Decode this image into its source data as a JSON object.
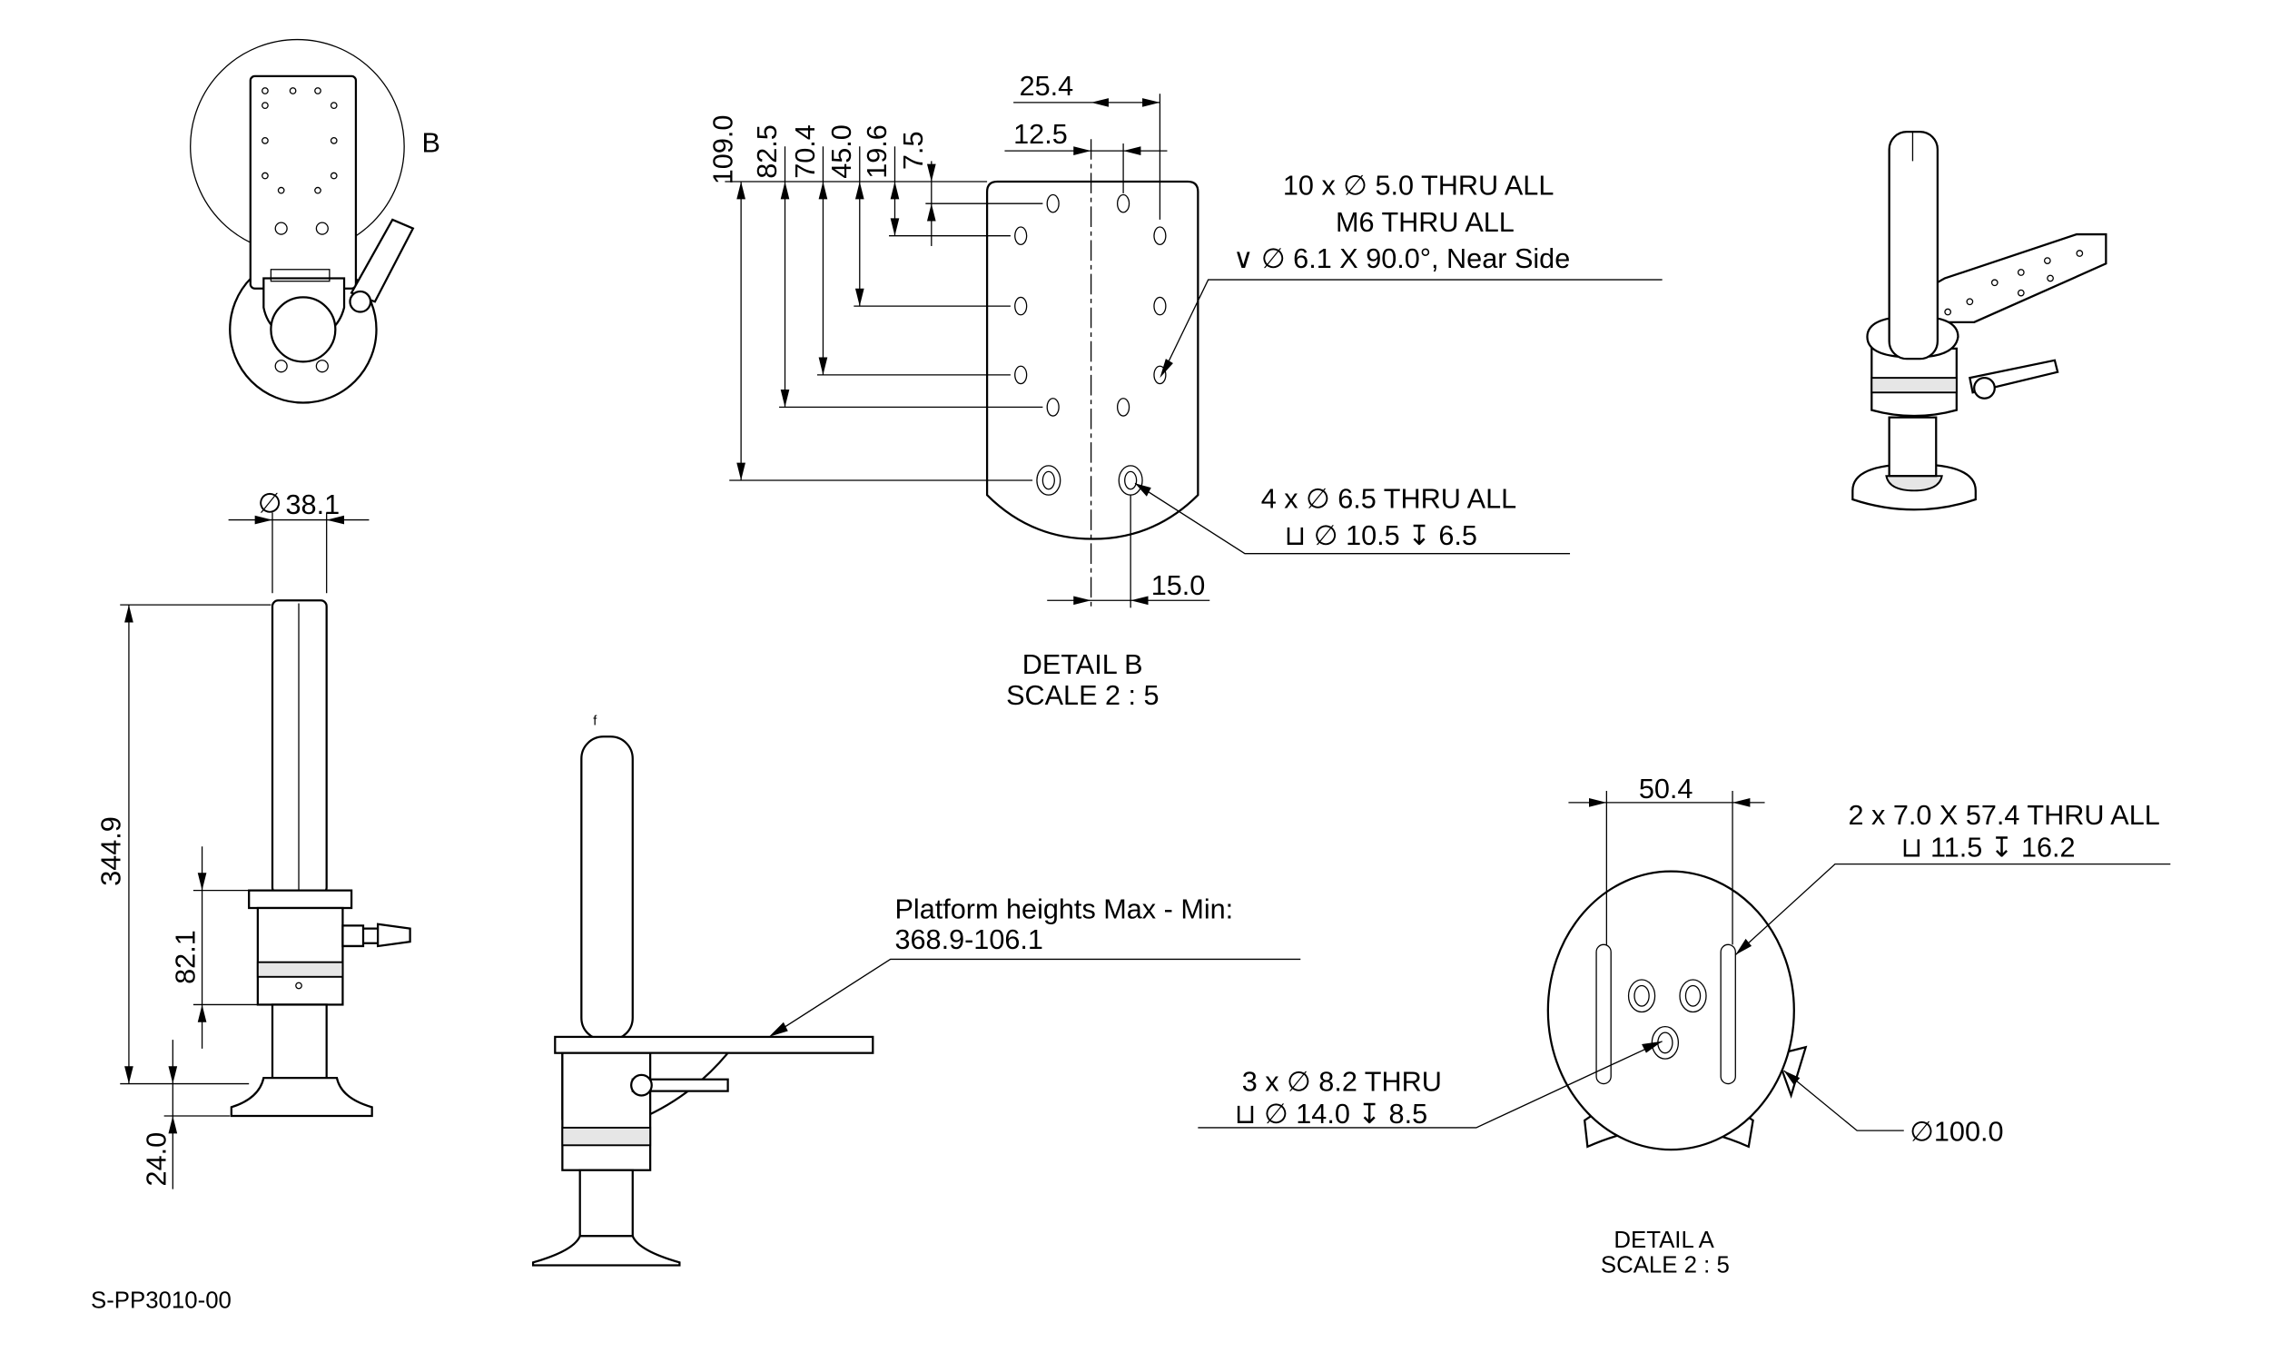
{
  "drawing_number": "S-PP3010-00",
  "views": {
    "top_view": {
      "detail_label": "B"
    },
    "front_view": {
      "dim_diameter": "38.1",
      "dim_height": "344.9",
      "dim_collar": "82.1",
      "dim_base": "24.0"
    },
    "side_view": {
      "note_line1": "Platform heights Max - Min:",
      "note_line2": "368.9-106.1",
      "corner_mark": "f"
    },
    "detail_b": {
      "title": "DETAIL B",
      "scale": "SCALE 2 : 5",
      "dims_vertical": [
        "109.0",
        "82.5",
        "70.4",
        "45.0",
        "19.6",
        "7.5"
      ],
      "dim_25_4": "25.4",
      "dim_12_5": "12.5",
      "dim_15_0": "15.0",
      "hole_note_1": "10 x ∅ 5.0 THRU ALL",
      "hole_note_2": "M6  THRU ALL",
      "hole_note_3": "∨  ∅ 6.1 X 90.0°, Near Side",
      "cbore_note_1": "4 x ∅ 6.5 THRU ALL",
      "cbore_note_2": "⊔  ∅ 10.5 ↧ 6.5"
    },
    "detail_a": {
      "title": "DETAIL A",
      "scale": "SCALE 2 : 5",
      "dim_width": "50.4",
      "slot_note_1": "2 x 7.0 X 57.4 THRU ALL",
      "slot_note_2": "⊔  11.5 ↧ 16.2",
      "hole_note_1": "3 x ∅ 8.2 THRU",
      "hole_note_2": "⊔  ∅ 14.0 ↧ 8.5",
      "dim_diameter": "∅100.0"
    }
  }
}
